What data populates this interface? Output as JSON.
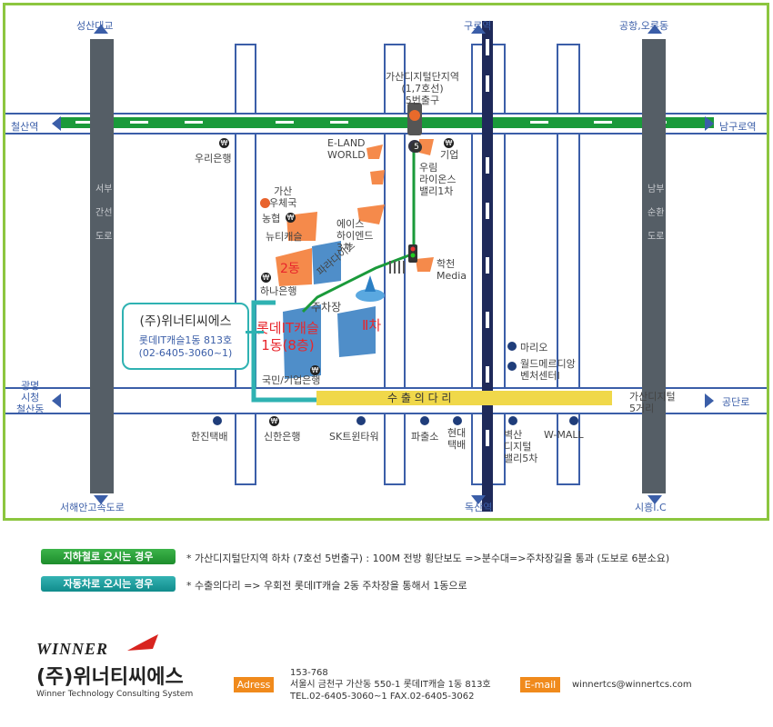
{
  "map": {
    "stations": {
      "seongsan_bridge": "성산대교",
      "guro_station": "구로역",
      "airport_oryu": "공항,오류동",
      "cheolsan_station": "철산역",
      "namguro_station": "남구로역",
      "gwangmyeong_city_hall": "광명\n시청\n철산동",
      "dandan_ro": "공단로",
      "west_coast_highway": "서해안고속도로",
      "doksan_station": "독산역",
      "siheung_ic": "시흥I.C",
      "gasan_digital_station": "가산디지털단지역\n(1,7호선)\n5번출구",
      "gasan_digital_5way": "가산디지털\n5거리"
    },
    "road_labels": {
      "left_vertical": "서부간선도로",
      "right_vertical": "남부순환도로",
      "suchul_bridge": "수 출 의 다 리",
      "park_road": "파라다이스"
    },
    "places": {
      "woori_bank": "우리은행",
      "eland_world": "E-LAND\nWORLD",
      "industrial_bank_top": "기업",
      "woorim": "우림\n라이온스\n밸리1차",
      "gasan_post": "가산\n우체국",
      "nonghyup": "농협",
      "beauty_castle": "뉴티캐슬",
      "ace_hiend": "에이스\n하이엔드\n3차",
      "hakcheon": "학천\nMedia",
      "building2": "2동",
      "hana_bank": "하나은행",
      "parking": "주차장",
      "lotte_main": "롯데IT캐슬\n1동(8층)",
      "lotte_second": "Ⅱ차",
      "kookmin": "국민/기업은행",
      "mario": "마리오",
      "world_meridian": "월드메르디앙\n벤처센터Ⅰ",
      "hanjin": "한진택배",
      "shinhan": "신한은행",
      "sk_twin": "SK트윈타워",
      "police_box": "파출소",
      "hyundai": "현대\n택배",
      "byeoksan": "벽산\n디지털\n밸리5차",
      "wmall": "W-MALL"
    },
    "subway_exit_number": "5",
    "company_box": {
      "name": "(주)위너티씨에스",
      "address": "롯데IT캐슬1동 813호",
      "phone": "(02-6405-3060~1)"
    }
  },
  "directions": [
    {
      "label": "지하철로 오시는 경우",
      "text": "* 가산디지털단지역 하차 (7호선 5번출구) : 100M 전방 횡단보도 =>분수대=>주차장길을 통과 (도보로 6분소요)",
      "color": "#2a9d3a"
    },
    {
      "label": "자동차로 오시는 경우",
      "text": "* 수출의다리 => 우회전 롯데IT캐슬 2동 주차장을 통해서 1동으로",
      "color": "#1f9e9e"
    }
  ],
  "footer": {
    "logo_word": "WINNER",
    "company_name": "(주)위너티씨에스",
    "company_english": "Winner Technology Consulting System",
    "address_tag": "Adress",
    "address_lines": [
      "153-768",
      "서울시 금천구 가산동 550-1 롯데IT캐슬 1동 813호",
      "TEL.02-6405-3060~1 FAX.02-6405-3062"
    ],
    "email_tag": "E-mail",
    "email": "winnertcs@winnertcs.com"
  },
  "colors": {
    "map_border": "#8cc63f",
    "route_green": "#1a9a3a",
    "car_route": "#2fb2b2",
    "building_orange": "#f58a4b",
    "building_blue": "#4f8ec9",
    "road_outline": "#3b5ea8",
    "main_road": "#555e66"
  }
}
